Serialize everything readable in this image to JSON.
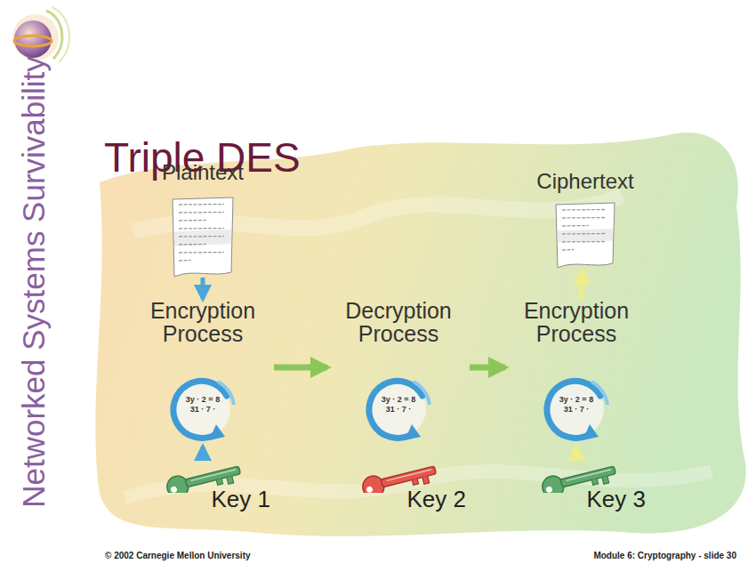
{
  "diagram": {
    "title": "Triple DES",
    "nodes": [
      {
        "text": [
          "Plaintext"
        ]
      },
      {
        "text": [
          "Encryption Process",
          "3y · 2 = 8 31 · 7 ·"
        ]
      },
      {
        "text": [
          "Decryption Process",
          "3y · 2 = 8 31 · 7 ·"
        ]
      },
      {
        "text": [
          "Encryption Process",
          "3y · 2 = 8 31 · 7 ·"
        ]
      },
      {
        "text": [
          "Ciphertext"
        ]
      },
      {
        "text": [
          "Key 1"
        ]
      },
      {
        "text": [
          "Key 2"
        ]
      },
      {
        "text": [
          "Key 3"
        ]
      }
    ],
    "edges": [
      {
        "from": 0,
        "to": 1,
        "arrow": "to"
      },
      {
        "from": 5,
        "to": 1,
        "arrow": "to"
      },
      {
        "from": 1,
        "to": 2,
        "arrow": "to"
      },
      {
        "from": 2,
        "to": 3,
        "arrow": "to"
      },
      {
        "from": 7,
        "to": 3,
        "arrow": "to"
      },
      {
        "from": 3,
        "to": 4,
        "arrow": "to"
      }
    ],
    "labels": [
      "Networked Systems Survivability",
      "© 2002 Carnegie Mellon University",
      "Module 6: Cryptography - slide 30"
    ]
  }
}
